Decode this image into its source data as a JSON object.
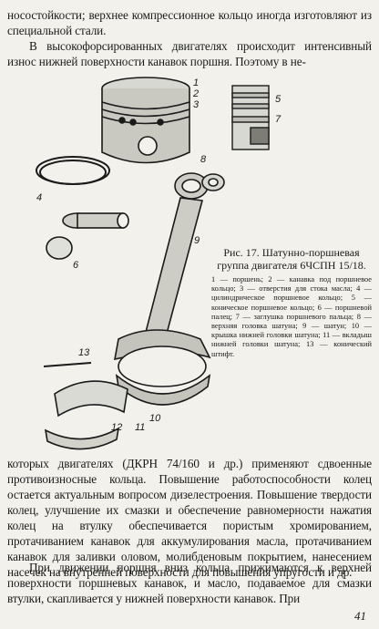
{
  "text": {
    "para_top": "носостойкости; верхнее компрессионное кольцо иногда изготовляют из специальной стали. В высокофорсированных двигателях происходит интенсивный износ нижней поверхности канавок поршня. Поэтому в не-",
    "para_top_1": "носостойкости; верхнее компрессионное кольцо иногда изготовляют из специальной стали.",
    "para_top_2": "В высокофорсированных двигателях происходит интенсивный износ нижней поверхности канавок поршня. Поэтому в не-",
    "para_mid": "которых двигателях (ДКРН 74/160 и др.) применяют сдвоенные противоизносные кольца. Повышение работоспособности колец остается актуальным вопросом дизелестроения. Повышение твердости колец, улучшение их смазки и обеспечение равномерности нажатия колец на втулку обеспечивается пористым хромированием, протачиванием канавок для аккумулирования масла, протачиванием канавок для заливки оловом, молибденовым покрытием, нанесением насечек на внутренней поверхности для повышения упругости и др.",
    "para_bot": "При движении поршня вниз кольца прижимаются к верхней поверхности поршневых канавок, и масло, подаваемое для смазки втулки, скапливается у нижней поверхности канавок. При"
  },
  "figure": {
    "caption_title": "Рис. 17. Шатунно-поршневая группа двигателя 6ЧСПН 15/18.",
    "caption_legend": "1 — поршень; 2 — канавка под поршневое кольцо; 3 — отверстия для стока масла; 4 — цилиндрическое поршневое кольцо; 5 — коническое поршневое кольцо; 6 — поршневой палец; 7 — заглушка поршневого пальца; 8 — верхняя головка шатуна; 9 — шатун; 10 — крышка нижней головки шатуна; 11 — вкладыш нижней головки шатуна; 13 — конический штифт.",
    "callouts": [
      "1",
      "2",
      "3",
      "4",
      "5",
      "6",
      "7",
      "8",
      "9",
      "10",
      "11",
      "12",
      "13"
    ]
  },
  "page_number": "41"
}
